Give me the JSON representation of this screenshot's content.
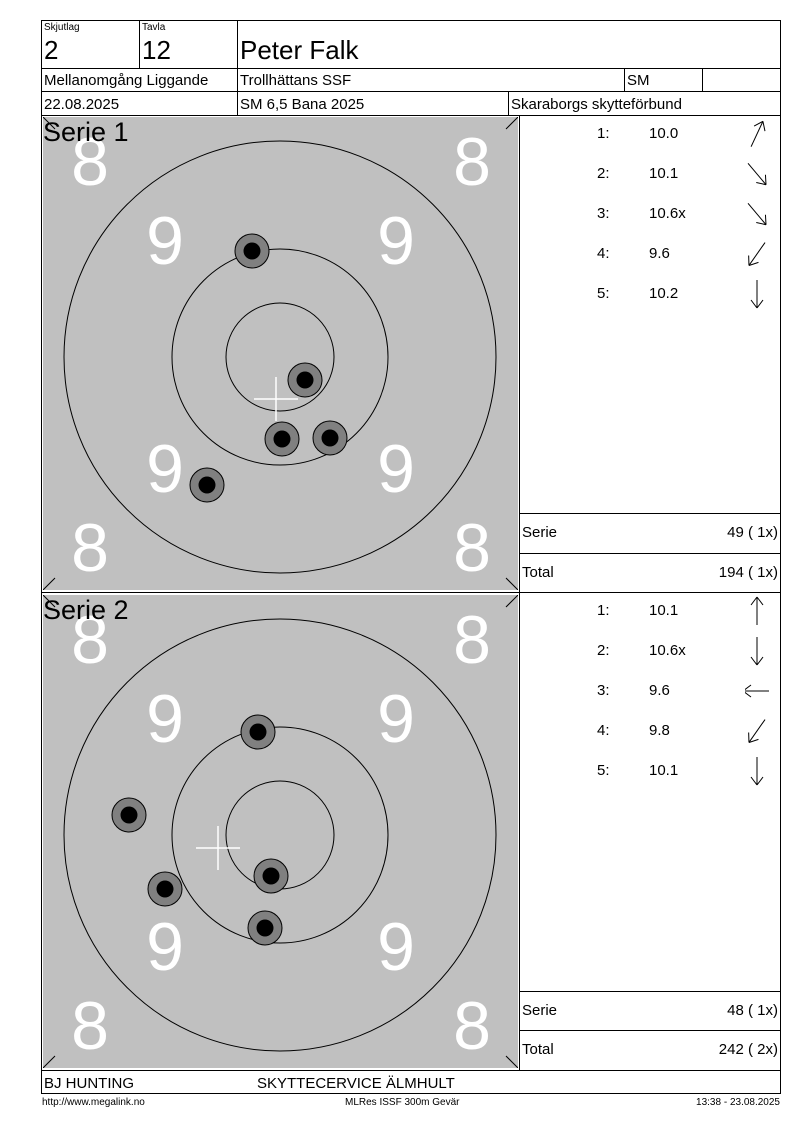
{
  "header": {
    "skjutlag_label": "Skjutlag",
    "skjutlag_value": "2",
    "tavla_label": "Tavla",
    "tavla_value": "12",
    "name": "Peter Falk",
    "class": "Mellanomgång Liggande",
    "club": "Trollhättans SSF",
    "sm": "SM",
    "date": "22.08.2025",
    "competition": "SM 6,5 Bana 2025",
    "federation": "Skaraborgs skytteförbund"
  },
  "series": [
    {
      "title": "Serie 1",
      "shots": [
        {
          "num": "1:",
          "value": "10.0",
          "arrow": "up-right"
        },
        {
          "num": "2:",
          "value": "10.1",
          "arrow": "down-right"
        },
        {
          "num": "3:",
          "value": "10.6x",
          "arrow": "down-right"
        },
        {
          "num": "4:",
          "value": "9.6",
          "arrow": "down-left"
        },
        {
          "num": "5:",
          "value": "10.2",
          "arrow": "down"
        }
      ],
      "serie_label": "Serie",
      "serie_value": "49 ( 1x)",
      "total_label": "Total",
      "total_value": "194 ( 1x)"
    },
    {
      "title": "Serie 2",
      "shots": [
        {
          "num": "1:",
          "value": "10.1",
          "arrow": "up"
        },
        {
          "num": "2:",
          "value": "10.6x",
          "arrow": "down"
        },
        {
          "num": "3:",
          "value": "9.6",
          "arrow": "left"
        },
        {
          "num": "4:",
          "value": "9.8",
          "arrow": "down-left"
        },
        {
          "num": "5:",
          "value": "10.1",
          "arrow": "down"
        }
      ],
      "serie_label": "Serie",
      "serie_value": "48 ( 1x)",
      "total_label": "Total",
      "total_value": "242 ( 2x)"
    }
  ],
  "target_labels": {
    "eight": "8",
    "nine": "9"
  },
  "colors": {
    "target_bg": "#c0c0c0",
    "hole_outer": "#808080",
    "hole_inner": "#000000",
    "score_digit": "#ffffff"
  },
  "footer": {
    "sponsor1": "BJ HUNTING",
    "sponsor2": "SKYTTECERVICE ÄLMHULT",
    "url": "http://www.megalink.no",
    "software": "MLRes ISSF 300m Gevär",
    "timestamp": "13:38 - 23.08.2025"
  }
}
